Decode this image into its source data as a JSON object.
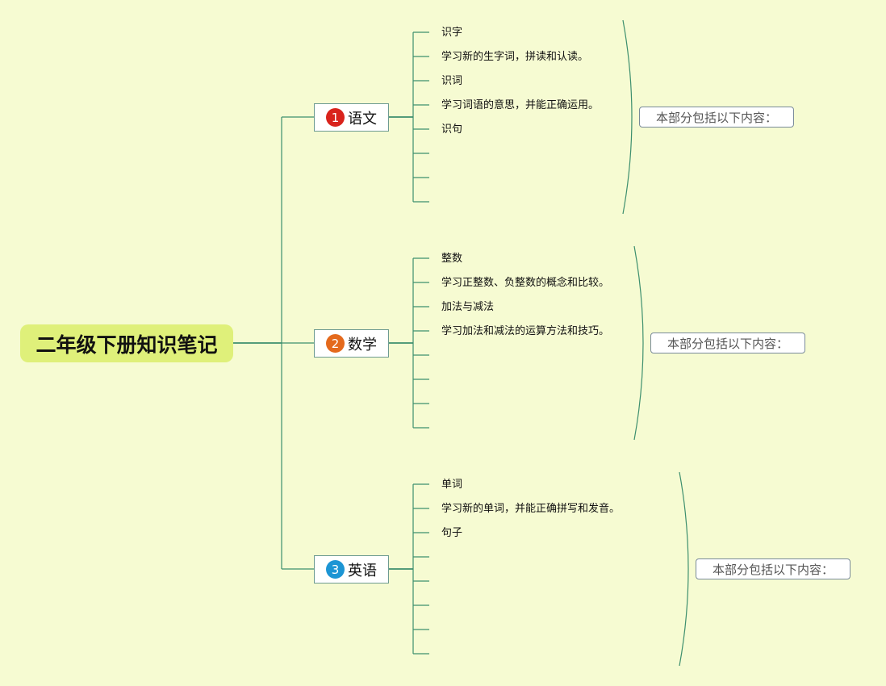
{
  "root": {
    "title": "二年级下册知识笔记"
  },
  "colors": {
    "background": "#f6fbd2",
    "root_fill": "#dff07a",
    "line": "#3d8f6e",
    "badge_1": "#d9231c",
    "badge_2": "#e4691c",
    "badge_3": "#1c95d4"
  },
  "branches": [
    {
      "number": "1",
      "label": "语文",
      "items": [
        "识字",
        "学习新的生字词，拼读和认读。",
        "识词",
        "学习词语的意思，并能正确运用。",
        "识句",
        "",
        "",
        ""
      ],
      "summary": "本部分包括以下内容："
    },
    {
      "number": "2",
      "label": "数学",
      "items": [
        "整数",
        "学习正整数、负整数的概念和比较。",
        "加法与减法",
        "学习加法和减法的运算方法和技巧。",
        "",
        "",
        "",
        ""
      ],
      "summary": "本部分包括以下内容："
    },
    {
      "number": "3",
      "label": "英语",
      "items": [
        "单词",
        "学习新的单词，并能正确拼写和发音。",
        "句子",
        "",
        "",
        "",
        "",
        ""
      ],
      "summary": "本部分包括以下内容："
    }
  ]
}
